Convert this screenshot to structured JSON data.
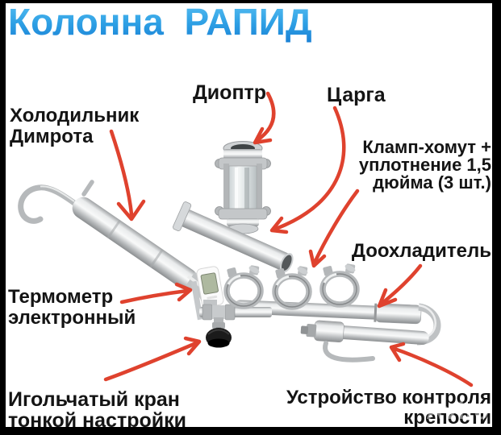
{
  "title": {
    "text": "Колонна  РАПИД",
    "gradient_top": "#5ac1f3",
    "gradient_bottom": "#1a80d5"
  },
  "labels": {
    "dimroth": {
      "text": "Холодильник\nДимрота"
    },
    "dioptr": {
      "text": "Диоптр"
    },
    "tsarga": {
      "text": "Царга"
    },
    "clamp": {
      "text": "Кламп-хомут +\nуплотнение 1,5\nдюйма (3 шт.)"
    },
    "aftercooler": {
      "text": "Доохладитель"
    },
    "thermometer": {
      "text": "Термометр\nэлектронный"
    },
    "needle": {
      "text": "Игольчатый кран\nтонкой настройки"
    },
    "strength": {
      "text": "Устройство контроля\nкрепости"
    }
  },
  "watermark": {
    "text": "Avito"
  },
  "colors": {
    "arrow": "#df422e",
    "label_text": "#141414",
    "frame": "#000000",
    "background": "#ffffff"
  },
  "illustration_parts": [
    "dimroth-condenser",
    "sight-glass",
    "tsarga-pipe",
    "clamp-x3",
    "aftercooler-tube",
    "strength-control-device",
    "electronic-thermometer",
    "needle-valve-knob"
  ]
}
